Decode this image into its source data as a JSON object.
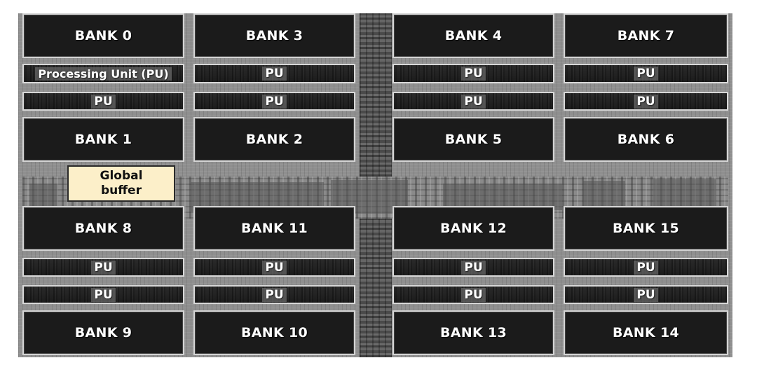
{
  "banks": {
    "b0": "BANK 0",
    "b3": "BANK 3",
    "b4": "BANK 4",
    "b7": "BANK 7",
    "b1": "BANK 1",
    "b2": "BANK 2",
    "b5": "BANK 5",
    "b6": "BANK 6",
    "b8": "BANK 8",
    "b11": "BANK 11",
    "b12": "BANK 12",
    "b15": "BANK 15",
    "b9": "BANK 9",
    "b10": "BANK 10",
    "b13": "BANK 13",
    "b14": "BANK 14"
  },
  "processing_unit": {
    "full_label": "Processing Unit (PU)",
    "short_label": "PU"
  },
  "global_buffer": {
    "label": "Global\nbuffer"
  }
}
